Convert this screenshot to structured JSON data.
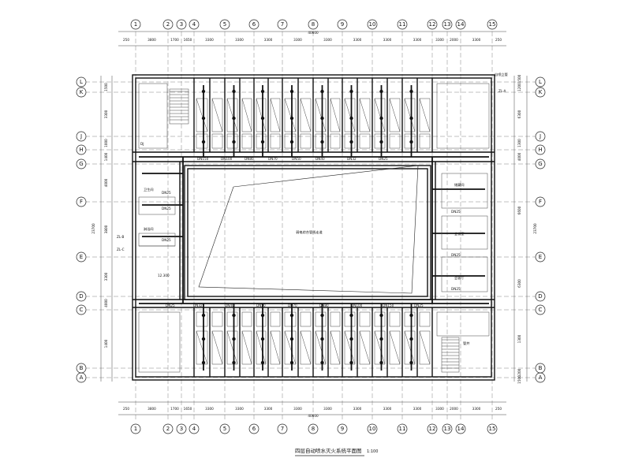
{
  "drawing": {
    "title": "四层自动喷水灭火系统平面图",
    "scale": "1:100",
    "courtyard_label": "弱电综合管线走道",
    "overall_width": "40600",
    "overall_depth": "23700"
  },
  "axes": {
    "columns": [
      "1",
      "2",
      "3",
      "4",
      "5",
      "6",
      "7",
      "8",
      "9",
      "10",
      "11",
      "12",
      "13",
      "14",
      "15"
    ],
    "rows": [
      "A",
      "B",
      "C",
      "D",
      "E",
      "F",
      "G",
      "H",
      "J",
      "K",
      "L"
    ]
  },
  "dimensions": {
    "column_spacings": [
      "3800",
      "1700",
      "1650",
      "3300",
      "3300",
      "3300",
      "3300",
      "3300",
      "3300",
      "3300",
      "3300",
      "3300",
      "2000",
      "3300"
    ],
    "edge": "250",
    "row_spacings_left_top": [
      "1500",
      "3300",
      "1000",
      "1400",
      "4000",
      "3800",
      "3300",
      "4000",
      "1400"
    ],
    "row_spacings_right": [
      "1500",
      "1200",
      "6300",
      "1300",
      "4000",
      "6600",
      "6300",
      "1300",
      "1200",
      "1500"
    ]
  },
  "rooms": {
    "west_upper": "卫生间",
    "west_middle": "淋浴间",
    "east_1": "储藏间",
    "east_2": "会议室",
    "east_3": "会客厅",
    "stair_nw": "DJ",
    "room_se": "管井",
    "tag_top_right": "自喷立管"
  },
  "pipe_labels": {
    "dn25": "DN25",
    "dn32": "DN32",
    "dn40": "DN40",
    "dn50": "DN50",
    "dn70": "DN70",
    "dn80": "DN80",
    "dn100": "DN100",
    "dn150": "DN150"
  },
  "risers": {
    "zl_a": "ZL-A",
    "zl_b": "ZL-B",
    "zl_c": "ZL-C"
  },
  "annotations": {
    "elevation": "12.300"
  }
}
